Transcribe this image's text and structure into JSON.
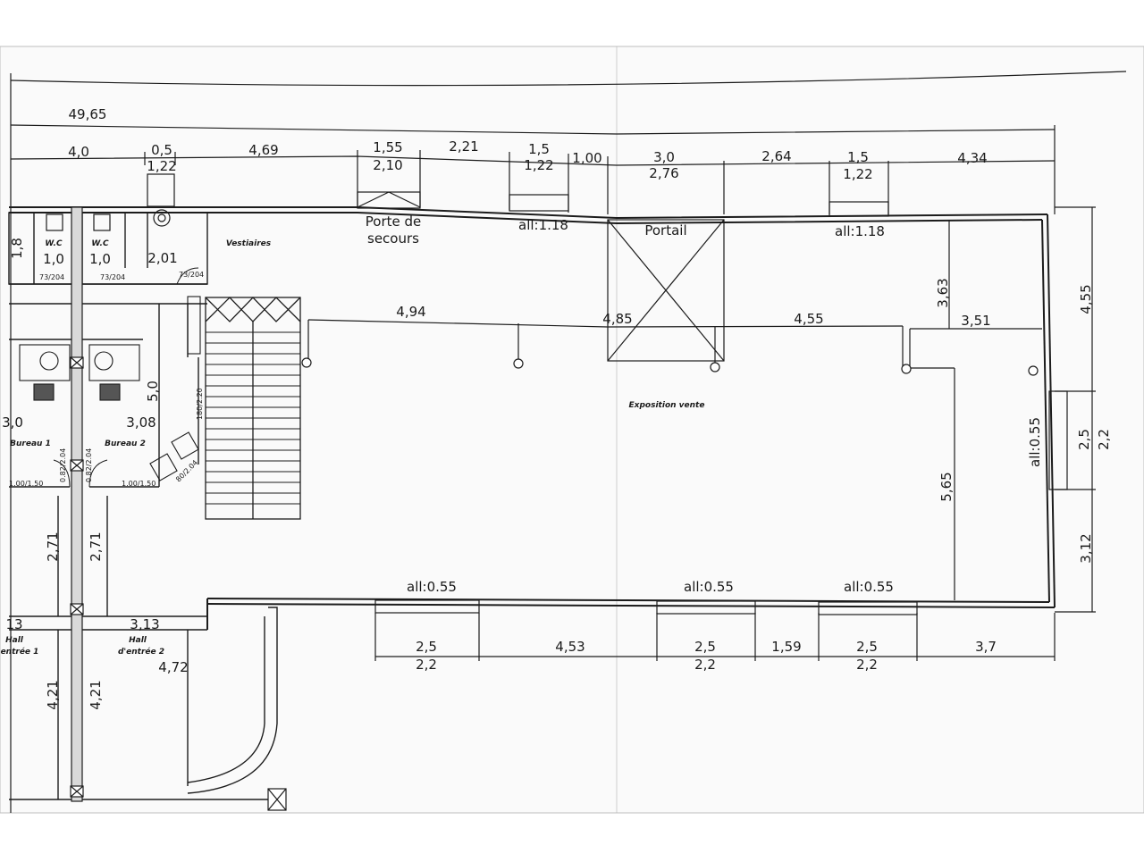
{
  "top_dims": {
    "total": "49,65",
    "segments": [
      "4,0",
      "0,5",
      "4,69",
      "1,55",
      "2,21",
      "1,5",
      "1,00",
      "3,0",
      "2,64",
      "1,5",
      "4,34"
    ],
    "sub": [
      "1,22",
      "2,10",
      "1,22",
      "2,76",
      "1,22"
    ]
  },
  "rooms": {
    "porte_secours": [
      "Porte de",
      "secours"
    ],
    "portail": "Portail",
    "vestiaires": "Vestiaires",
    "exposition": "Exposition vente",
    "wc1": "W.C",
    "wc2": "W.C",
    "bureau1": "Bureau 1",
    "bureau2": "Bureau 2",
    "hall1": [
      "Hall",
      "entrée 1"
    ],
    "hall2": [
      "Hall",
      "d'entrée 2"
    ]
  },
  "allege": {
    "top_left": "all:1.18",
    "top_right": "all:1.18",
    "right": "all:0.55",
    "bottom1": "all:0.55",
    "bottom2": "all:0.55",
    "bottom3": "all:0.55"
  },
  "interior_dims": {
    "d494": "4,94",
    "d485": "4,85",
    "d455": "4,55",
    "d351": "3,51",
    "d363": "3,63",
    "d565": "5,65",
    "d50": "5,0",
    "d30": "3,0",
    "d308": "3,08",
    "d201": "2,01",
    "d18": "1,8",
    "d10a": "1,0",
    "d10b": "1,0",
    "d271a": "2,71",
    "d271b": "2,71",
    "d313a": "3,13",
    "d313b": "13",
    "d472": "4,72",
    "d421a": "4,21",
    "d421b": "4,21"
  },
  "right_dims": {
    "d455": "4,55",
    "d25": "2,5",
    "d22": "2,2",
    "d312": "3,12"
  },
  "bottom_dims": {
    "segments": [
      "2,5",
      "4,53",
      "2,5",
      "1,59",
      "2,5",
      "3,7"
    ],
    "sub": [
      "2,2",
      "2,2",
      "2,2"
    ]
  },
  "door_tags": [
    "73/204",
    "73/204",
    "73/204",
    "1.00/1.50",
    "1.00/1.50",
    "0.82/2.04",
    "0.82/2.04",
    "180/2.20",
    "80/2.04"
  ]
}
